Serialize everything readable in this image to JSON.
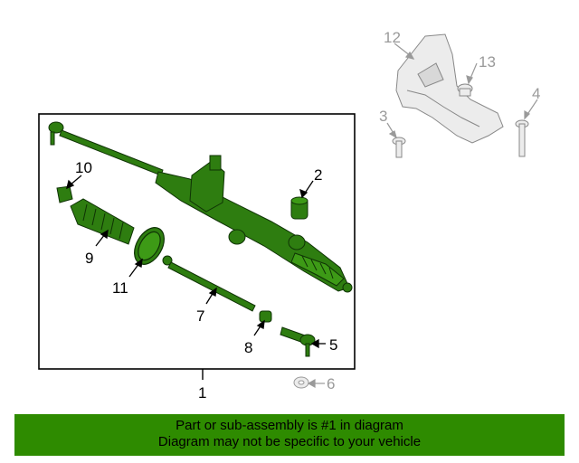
{
  "diagram": {
    "callouts": {
      "c1": "1",
      "c2": "2",
      "c3": "3",
      "c4": "4",
      "c5": "5",
      "c6": "6",
      "c7": "7",
      "c8": "8",
      "c9": "9",
      "c10": "10",
      "c11": "11",
      "c12": "12",
      "c13": "13"
    }
  },
  "footer": {
    "line1": "Part or sub-assembly is #1 in diagram",
    "line2": "Diagram may not be specific to your vehicle"
  },
  "colors": {
    "part_fill": "#2e7d10",
    "part_dark": "#1b4d08",
    "banner": "#2e8b00",
    "grey_part": "#b8b8b8"
  }
}
